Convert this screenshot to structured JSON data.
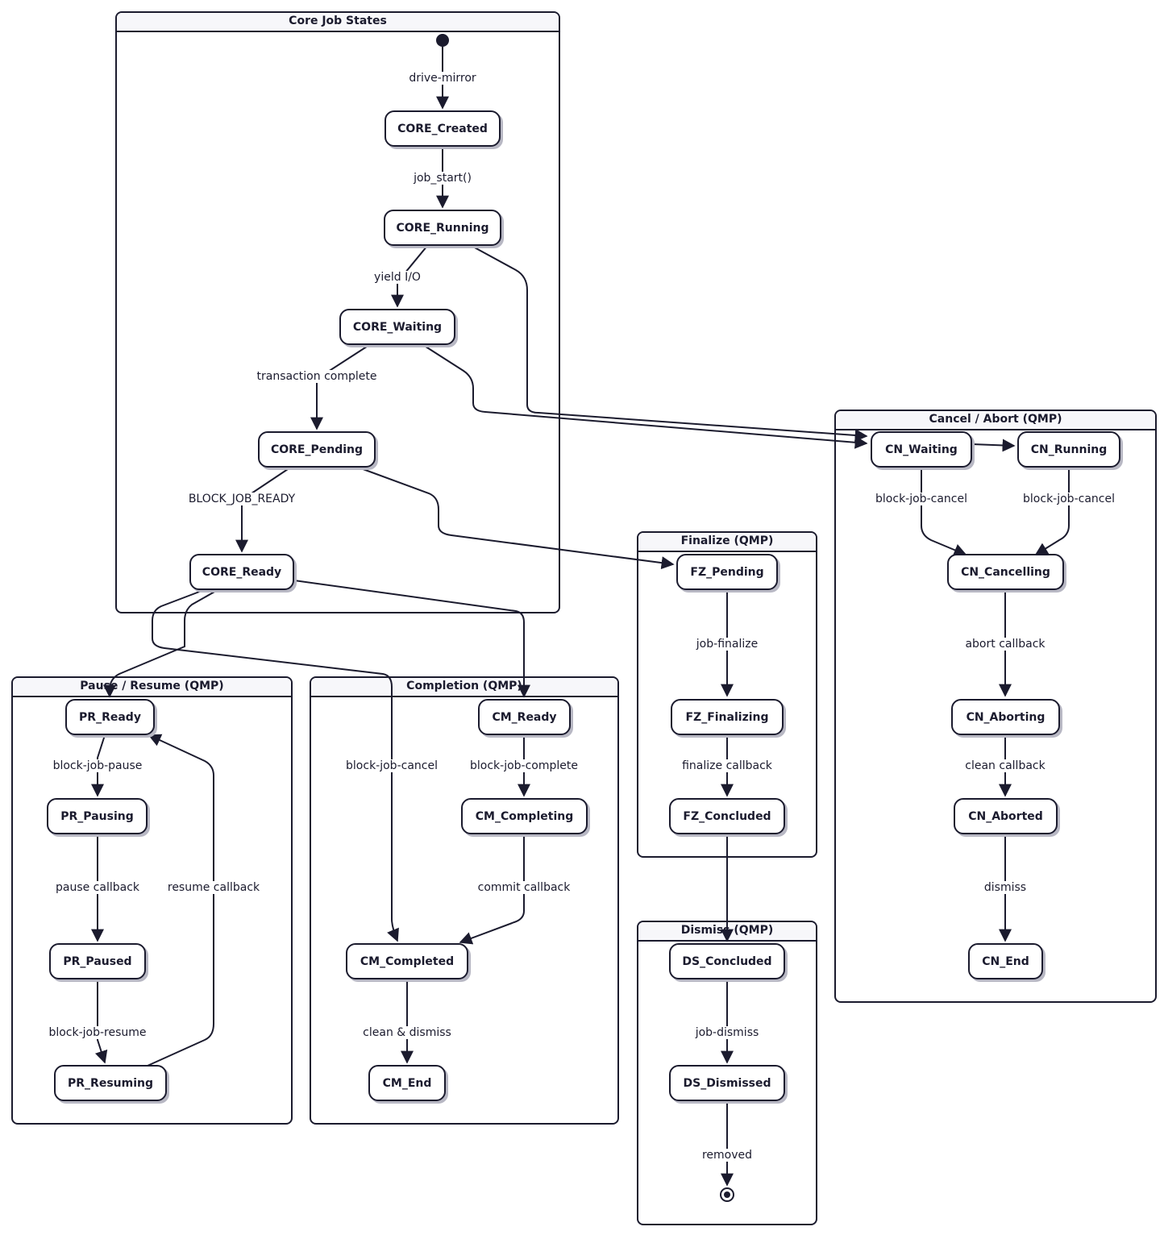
{
  "groups": {
    "core": "Core Job States",
    "cancel": "Cancel / Abort (QMP)",
    "finalize": "Finalize (QMP)",
    "pause": "Pause / Resume (QMP)",
    "completion": "Completion (QMP)",
    "dismiss": "Dismiss (QMP)"
  },
  "states": {
    "core_created": "CORE_Created",
    "core_running": "CORE_Running",
    "core_waiting": "CORE_Waiting",
    "core_pending": "CORE_Pending",
    "core_ready": "CORE_Ready",
    "cn_waiting": "CN_Waiting",
    "cn_running": "CN_Running",
    "cn_cancelling": "CN_Cancelling",
    "cn_aborting": "CN_Aborting",
    "cn_aborted": "CN_Aborted",
    "cn_end": "CN_End",
    "fz_pending": "FZ_Pending",
    "fz_finalizing": "FZ_Finalizing",
    "fz_concluded": "FZ_Concluded",
    "pr_ready": "PR_Ready",
    "pr_pausing": "PR_Pausing",
    "pr_paused": "PR_Paused",
    "pr_resuming": "PR_Resuming",
    "cm_ready": "CM_Ready",
    "cm_completing": "CM_Completing",
    "cm_completed": "CM_Completed",
    "cm_end": "CM_End",
    "ds_concluded": "DS_Concluded",
    "ds_dismissed": "DS_Dismissed"
  },
  "transitions": {
    "drive_mirror": "drive-mirror",
    "job_start": "job_start()",
    "yield_io": "yield I/O",
    "transaction_complete": "transaction complete",
    "block_job_ready": "BLOCK_JOB_READY",
    "cn_block_job_cancel_1": "block-job-cancel",
    "cn_block_job_cancel_2": "block-job-cancel",
    "abort_callback": "abort callback",
    "clean_callback": "clean callback",
    "dismiss": "dismiss",
    "job_finalize": "job-finalize",
    "finalize_callback": "finalize callback",
    "block_job_pause": "block-job-pause",
    "pause_callback": "pause callback",
    "resume_callback": "resume callback",
    "block_job_resume": "block-job-resume",
    "cm_block_job_cancel": "block-job-cancel",
    "block_job_complete": "block-job-complete",
    "commit_callback": "commit callback",
    "clean_dismiss": "clean & dismiss",
    "job_dismiss": "job-dismiss",
    "removed": "removed"
  },
  "colors": {
    "stroke": "#1b1b2e",
    "shadow": "#b8b8c4",
    "header": "#f7f7fa"
  }
}
